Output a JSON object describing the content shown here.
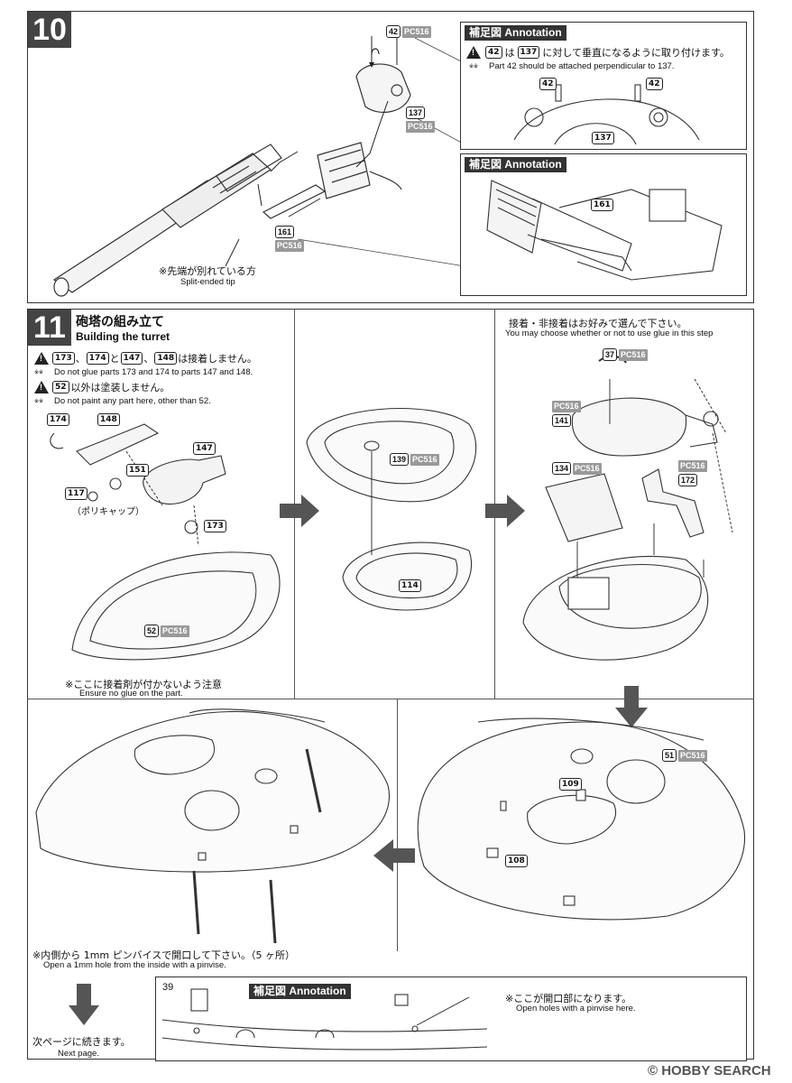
{
  "step10": {
    "number": "10",
    "parts": {
      "p42": "42",
      "p137": "137",
      "p161": "161"
    },
    "pc_label": "PC516",
    "note_jp": "※先端が別れている方",
    "note_en": "Split-ended tip"
  },
  "annotation1": {
    "header": "補足図 Annotation",
    "text_jp_before": "は",
    "text_jp_middle": "に対して垂直になるように取り付けます。",
    "mark": "※※",
    "text_en": "Part 42 should be attached perpendicular to 137.",
    "part_a": "42",
    "part_b": "137"
  },
  "annotation2": {
    "header": "補足図 Annotation",
    "part": "161"
  },
  "step11": {
    "number": "11",
    "title_jp": "砲塔の組み立て",
    "title_en": "Building the turret",
    "warn1_parts": [
      "173",
      "174",
      "147",
      "148"
    ],
    "warn1_sep1": "、",
    "warn1_sep2": "と",
    "warn1_sep3": "、",
    "warn1_jp_tail": "は接着しません。",
    "warn1_en": "Do not glue parts 173 and 174 to parts 147 and 148.",
    "warn2_part": "52",
    "warn2_jp_tail": "以外は塗装しません。",
    "warn2_en": "Do not paint any part here, other than 52.",
    "mark": "※※",
    "parts_a": {
      "p174": "174",
      "p148": "148",
      "p147": "147",
      "p151": "151",
      "p117": "117",
      "p173": "173",
      "p52": "52"
    },
    "polycap_jp": "（ポリキャップ）",
    "glue_note_jp": "※ここに接着剤が付かないよう注意",
    "glue_note_en": "Ensure no glue on the part.",
    "parts_b": {
      "p139": "139",
      "p114": "114"
    },
    "glue_choice_jp": "接着・非接着はお好みで選んで下さい。",
    "glue_choice_en": "You may choose whether or not to use glue in this step",
    "parts_c": {
      "p37": "37",
      "p141": "141",
      "p134": "134",
      "p172": "172"
    },
    "parts_d": {
      "p51": "51",
      "p109": "109",
      "p108": "108"
    },
    "hole_note_jp": "※内側から 1mm ピンバイスで開口して下さい。（5 ヶ所）",
    "hole_note_en": "Open a 1mm hole from the inside with a pinvise.",
    "next_jp": "次ページに続きます。",
    "next_en": "Next page."
  },
  "annotation3": {
    "header": "補足図 Annotation",
    "corner": "39",
    "note_jp": "※ここが開口部になります。",
    "note_en": "Open holes with a pinvise here."
  },
  "watermark": "© HOBBY SEARCH"
}
